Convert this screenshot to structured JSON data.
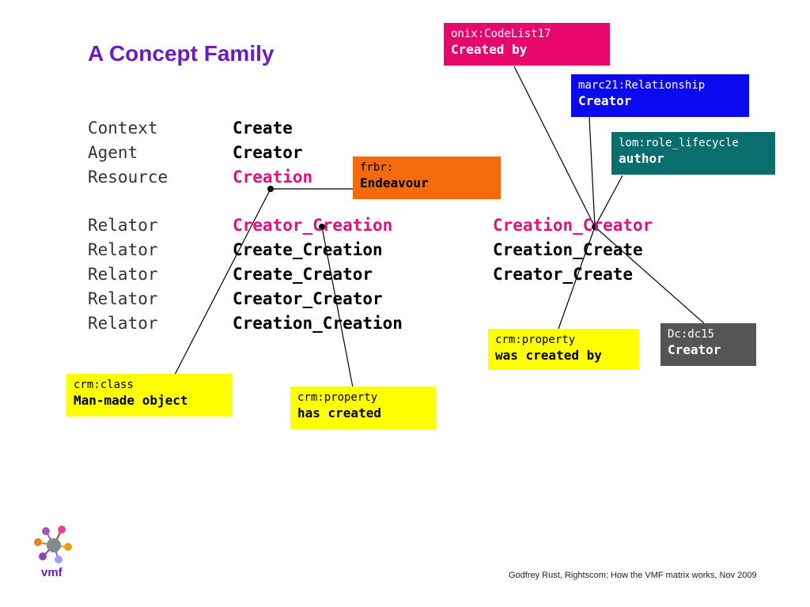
{
  "title": "A Concept Family",
  "rows": {
    "context": {
      "label": "Context",
      "term": "Create"
    },
    "agent": {
      "label": "Agent",
      "term": "Creator"
    },
    "resource": {
      "label": "Resource",
      "term": "Creation"
    },
    "relator1": {
      "label": "Relator",
      "term": "Creator_Creation",
      "reverse": "Creation_Creator"
    },
    "relator2": {
      "label": "Relator",
      "term": "Create_Creation",
      "reverse": "Creation_Create"
    },
    "relator3": {
      "label": "Relator",
      "term": "Create_Creator",
      "reverse": "Creator_Create"
    },
    "relator4": {
      "label": "Relator",
      "term": "Creator_Creator"
    },
    "relator5": {
      "label": "Relator",
      "term": "Creation_Creation"
    }
  },
  "mappings": {
    "onix": {
      "ns": "onix:CodeList17",
      "term": "Created by",
      "color": "#e8086c"
    },
    "marc21": {
      "ns": "marc21:Relationship",
      "term": "Creator",
      "color": "#0a0af0"
    },
    "lom": {
      "ns": "lom:role_lifecycle",
      "term": "author",
      "color": "#0b6e6e"
    },
    "frbr": {
      "ns": "frbr:",
      "term": "Endeavour",
      "color": "#f46a0c"
    },
    "crm_class": {
      "ns": "crm:class",
      "term": "Man-made object",
      "color": "#ffff00"
    },
    "crm_has_created": {
      "ns": "crm:property",
      "term": "has created",
      "color": "#ffff00"
    },
    "crm_was_created_by": {
      "ns": "crm:property",
      "term": "was created by",
      "color": "#ffff00"
    },
    "dc": {
      "ns": "Dc:dc15",
      "term": "Creator",
      "color": "#555555"
    }
  },
  "logo": {
    "label": "vmf"
  },
  "footer": "Godfrey Rust, Rightscom: How the VMF matrix works, Nov 2009"
}
